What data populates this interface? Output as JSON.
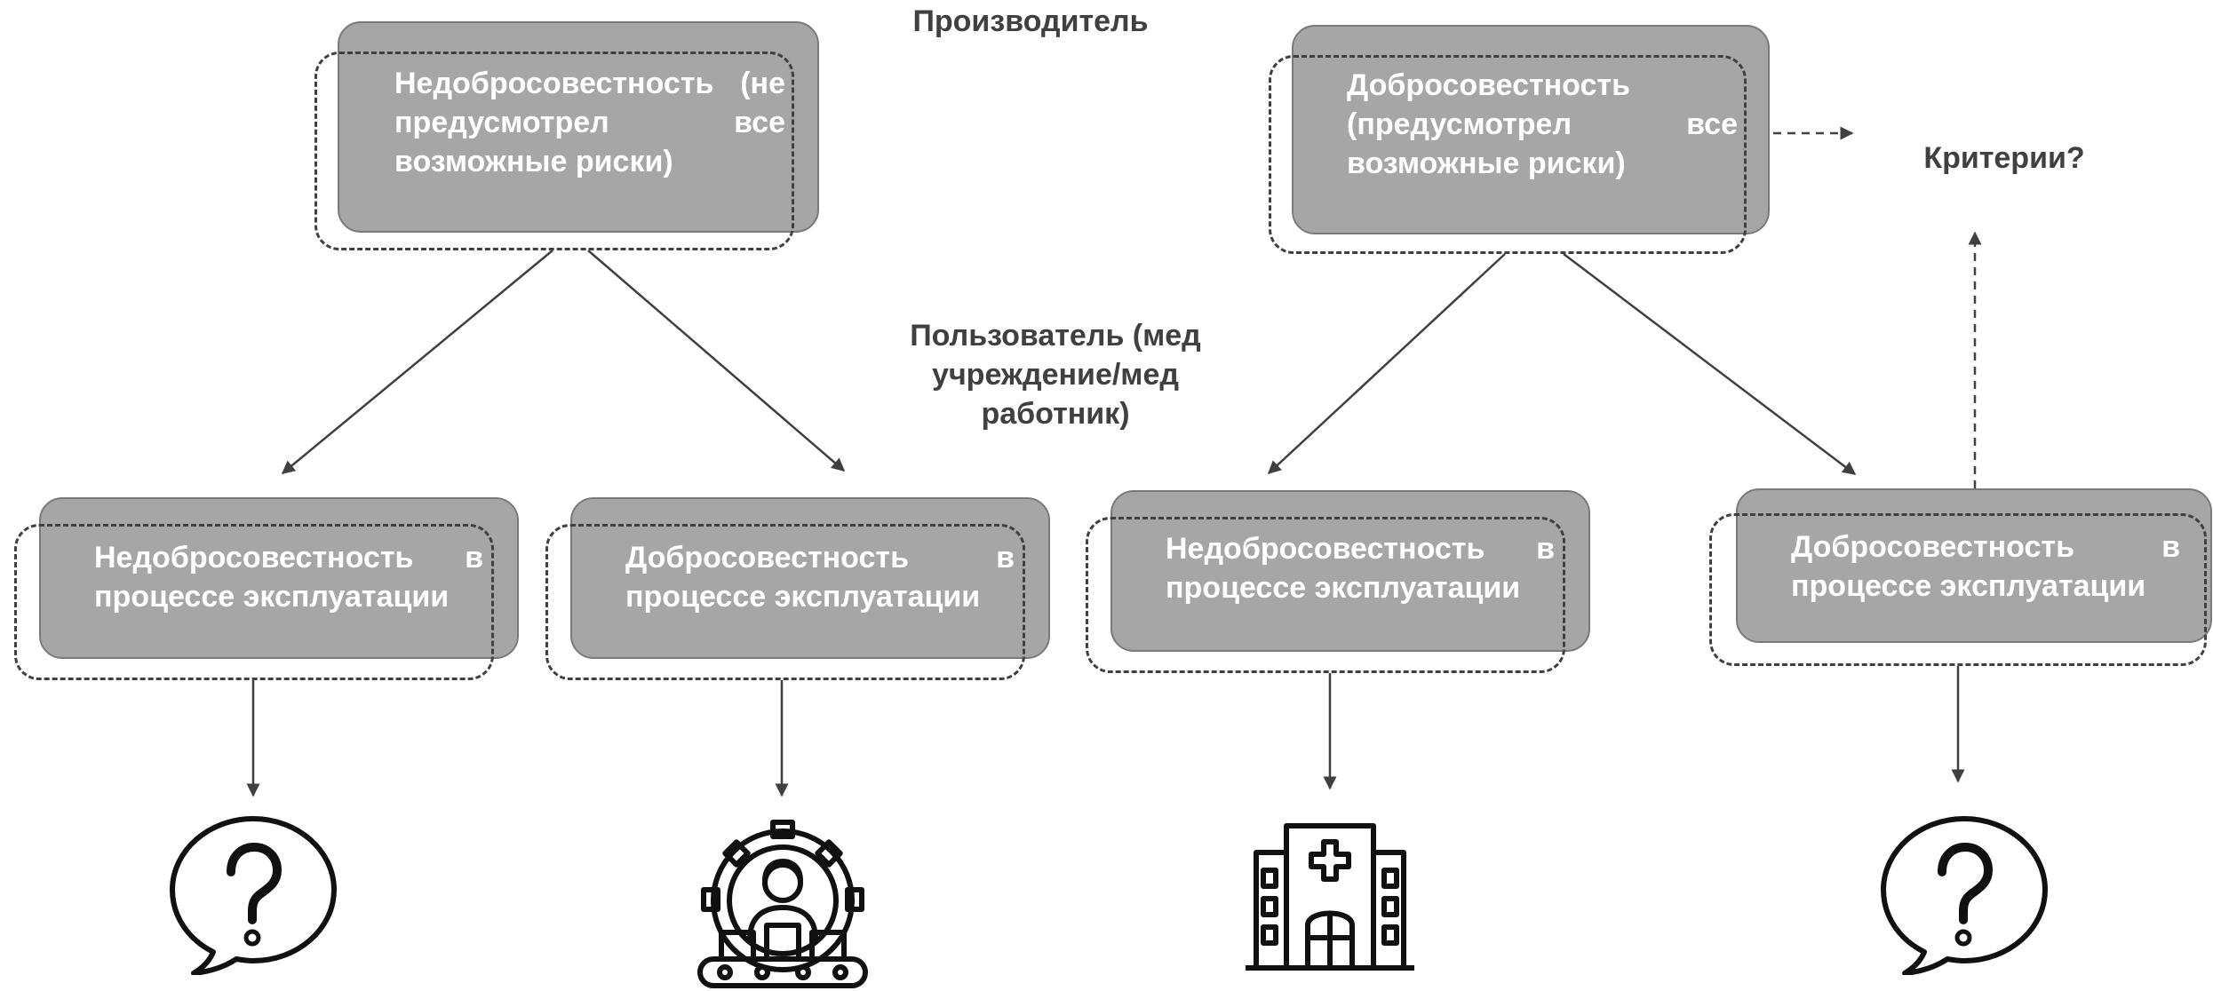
{
  "labels": {
    "producer": "Производитель",
    "user": "Пользователь (мед учреждение/мед работник)",
    "criteria": "Критерии?"
  },
  "boxes": {
    "producer_bad": "Недобросовестность (не предусмотрел все возможные риски)",
    "producer_good": "Добросовестность (предусмотрел все возможные риски)",
    "user_bad_1": "Недобросовестность в процессе эксплуатации",
    "user_good_1": "Добросовестность в процессе эксплуатации",
    "user_bad_2": "Недобросовестность в процессе эксплуатации",
    "user_good_2": "Добросовестность в процессе эксплуатации"
  },
  "icons": {
    "outcome_1": "question-bubble-icon",
    "outcome_2": "worker-conveyor-icon",
    "outcome_3": "hospital-icon",
    "outcome_4": "question-bubble-icon"
  },
  "colors": {
    "box_fill": "#a6a6a6",
    "box_text": "#ffffff",
    "label_text": "#404040",
    "lines": "#404040"
  }
}
